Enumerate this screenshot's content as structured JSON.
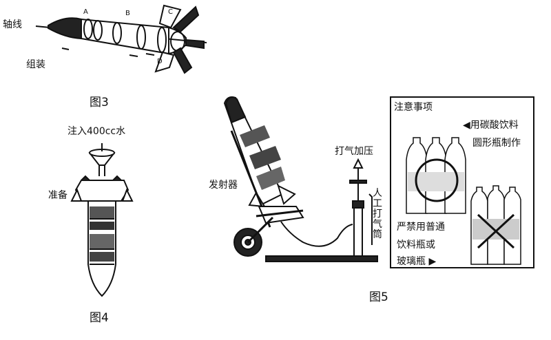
{
  "figure3": {
    "caption": "图3",
    "label_axis": "轴线",
    "label_assemble": "组装",
    "seg_a": "A",
    "seg_b": "B",
    "seg_c": "C",
    "seg_d": "D"
  },
  "figure4": {
    "caption": "图4",
    "label_inject": "注入400cc水",
    "label_prepare": "准备"
  },
  "figure5": {
    "caption": "图5",
    "label_launcher": "发射器",
    "label_pump_pressure": "打气加压",
    "label_manual_pump": "人工打气筒",
    "notice": {
      "title": "注意事项",
      "use_line1": "◀用碳酸饮料",
      "use_line2": "圆形瓶制作",
      "ban_line1": "严禁用普通",
      "ban_line2": "饮料瓶或",
      "ban_line3": "玻璃瓶 ▶"
    }
  }
}
